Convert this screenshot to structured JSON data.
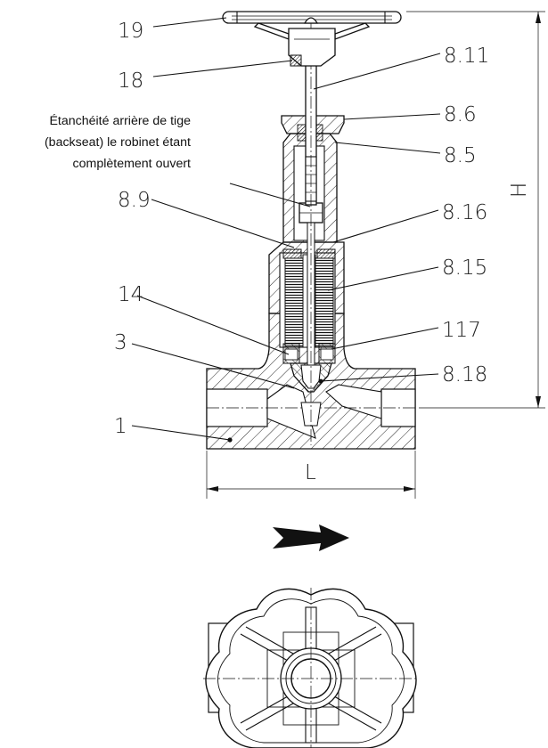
{
  "callouts": {
    "c19": "19",
    "c18": "18",
    "c8_11": "8.11",
    "c8_6": "8.6",
    "c8_5": "8.5",
    "c8_9": "8.9",
    "c8_16": "8.16",
    "c8_15": "8.15",
    "c14": "14",
    "c117": "117",
    "c3": "3",
    "c8_18": "8.18",
    "c1": "1"
  },
  "dimensions": {
    "height": "H",
    "length": "L"
  },
  "note": {
    "line1": "Étanchéité arrière de tige",
    "line2": "(backseat) le robinet étant",
    "line3": "complètement ouvert"
  }
}
